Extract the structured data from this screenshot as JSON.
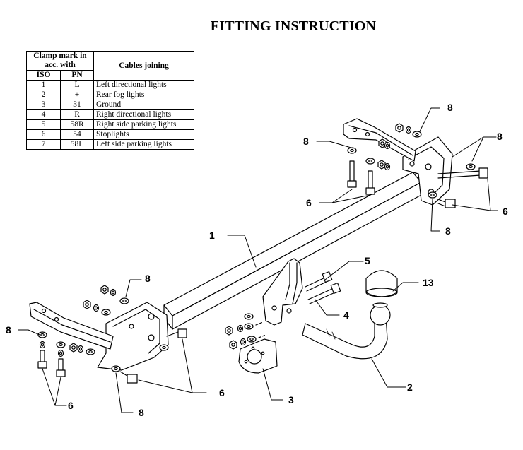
{
  "title": "FITTING INSTRUCTION",
  "table": {
    "header_clamp": "Clamp mark in acc. with",
    "header_cables": "Cables joining",
    "col_iso": "ISO",
    "col_pn": "PN",
    "rows": [
      {
        "iso": "1",
        "pn": "L",
        "desc": "Left directional lights"
      },
      {
        "iso": "2",
        "pn": "+",
        "desc": "Rear fog lights"
      },
      {
        "iso": "3",
        "pn": "31",
        "desc": "Ground"
      },
      {
        "iso": "4",
        "pn": "R",
        "desc": "Right directional lights"
      },
      {
        "iso": "5",
        "pn": "58R",
        "desc": "Right side parking lights"
      },
      {
        "iso": "6",
        "pn": "54",
        "desc": "Stoplights"
      },
      {
        "iso": "7",
        "pn": "58L",
        "desc": "Left side parking lights"
      }
    ]
  },
  "callouts": {
    "c1": "1",
    "c2": "2",
    "c3": "3",
    "c4": "4",
    "c5": "5",
    "c13": "13",
    "washer_tr": "8",
    "washer_rt": "8",
    "washer_rb": "8",
    "washer_tl": "8",
    "washer_lt": "8",
    "washer_ll": "8",
    "washer_lb": "8",
    "bolt_tl": "6",
    "bolt_rt": "6",
    "bolt_lm": "6",
    "bolt_lb": "6"
  }
}
